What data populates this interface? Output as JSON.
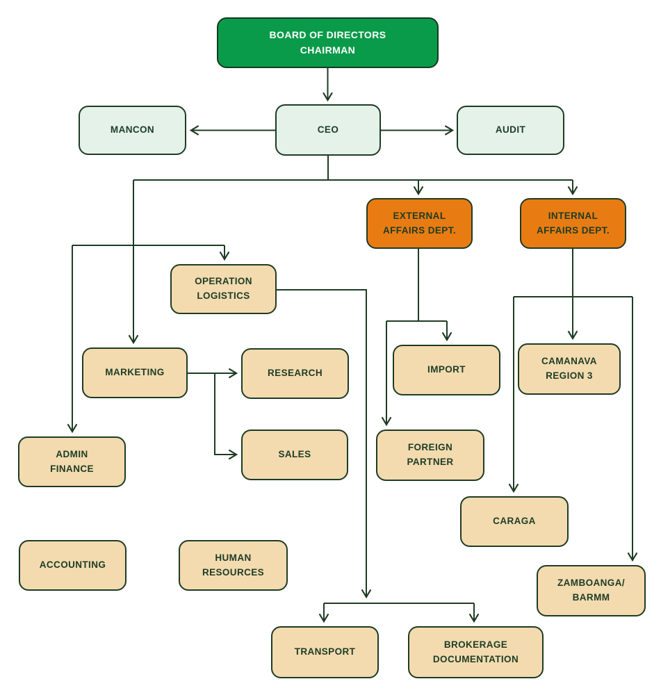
{
  "diagram": {
    "type": "org-chart",
    "background": "#ffffff"
  },
  "colors": {
    "fill-green": "#0a9b4a",
    "fill-lightgreen": "#e4f2e9",
    "fill-orange": "#e87c12",
    "fill-tan": "#f3dbaf",
    "stroke-dark": "#1e3b24",
    "text-dark": "#1d3c26",
    "text-light": "#ffffff",
    "bg": "#ffffff"
  },
  "nodes": {
    "board": {
      "label": "BOARD OF DIRECTORS\nCHAIRMAN",
      "fill": "green"
    },
    "mancon": {
      "label": "MANCON",
      "fill": "lightgreen"
    },
    "ceo": {
      "label": "CEO",
      "fill": "lightgreen"
    },
    "audit": {
      "label": "AUDIT",
      "fill": "lightgreen"
    },
    "external": {
      "label": "EXTERNAL\nAFFAIRS DEPT.",
      "fill": "orange"
    },
    "internal": {
      "label": "INTERNAL\nAFFAIRS DEPT.",
      "fill": "orange"
    },
    "oplog": {
      "label": "OPERATION\nLOGISTICS",
      "fill": "tan"
    },
    "marketing": {
      "label": "MARKETING",
      "fill": "tan"
    },
    "research": {
      "label": "RESEARCH",
      "fill": "tan"
    },
    "admin": {
      "label": "ADMIN\nFINANCE",
      "fill": "tan"
    },
    "sales": {
      "label": "SALES",
      "fill": "tan"
    },
    "accounting": {
      "label": "ACCOUNTING",
      "fill": "tan"
    },
    "hr": {
      "label": "HUMAN\nRESOURCES",
      "fill": "tan"
    },
    "import": {
      "label": "IMPORT",
      "fill": "tan"
    },
    "foreign": {
      "label": "FOREIGN\nPARTNER",
      "fill": "tan"
    },
    "camanava": {
      "label": "CAMANAVA\nREGION  3",
      "fill": "tan"
    },
    "caraga": {
      "label": "CARAGA",
      "fill": "tan"
    },
    "zamboanga": {
      "label": "ZAMBOANGA/\nBARMM",
      "fill": "tan"
    },
    "transport": {
      "label": "TRANSPORT",
      "fill": "tan"
    },
    "brokerage": {
      "label": "BROKERAGE\nDOCUMENTATION",
      "fill": "tan"
    }
  },
  "edges": [
    {
      "from": "board",
      "to": "ceo"
    },
    {
      "from": "ceo",
      "to": "mancon"
    },
    {
      "from": "ceo",
      "to": "audit"
    },
    {
      "from": "ceo",
      "to": "external"
    },
    {
      "from": "ceo",
      "to": "internal"
    },
    {
      "from": "ceo",
      "to": "marketing"
    },
    {
      "from": "ceo",
      "to": "oplog"
    },
    {
      "from": "ceo",
      "to": "admin"
    },
    {
      "from": "marketing",
      "to": "research"
    },
    {
      "from": "marketing",
      "to": "sales"
    },
    {
      "from": "oplog",
      "to": "transport"
    },
    {
      "from": "oplog",
      "to": "brokerage"
    },
    {
      "from": "admin",
      "to": "accounting"
    },
    {
      "from": "admin",
      "to": "hr"
    },
    {
      "from": "external",
      "to": "import"
    },
    {
      "from": "external",
      "to": "foreign"
    },
    {
      "from": "internal",
      "to": "camanava"
    },
    {
      "from": "internal",
      "to": "caraga"
    },
    {
      "from": "internal",
      "to": "zamboanga"
    }
  ]
}
